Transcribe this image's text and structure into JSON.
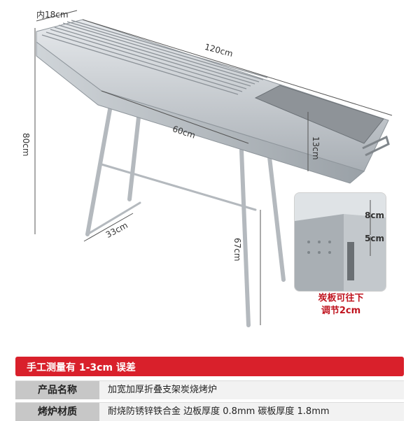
{
  "dimensions": {
    "inner_width": "内18cm",
    "length": "120cm",
    "height": "80cm",
    "middle_length": "60cm",
    "box_height": "13cm",
    "leg_spread": "33cm",
    "leg_height": "67cm",
    "inset_top": "8cm",
    "inset_bottom": "5cm"
  },
  "inset_caption": {
    "line1": "炭板可往下",
    "line2": "调节2cm"
  },
  "notice": "手工测量有 1-3cm 误差",
  "specs": [
    {
      "label": "产品名称",
      "value": "加宽加厚折叠支架炭烧烤炉"
    },
    {
      "label": "烤炉材质",
      "value": "耐烧防锈锌铁合金 边板厚度 0.8mm 碳板厚度 1.8mm"
    }
  ],
  "colors": {
    "banner": "#d9202b",
    "label_bg": "#c7c7c7",
    "row_bg": "#f2f2f2"
  }
}
